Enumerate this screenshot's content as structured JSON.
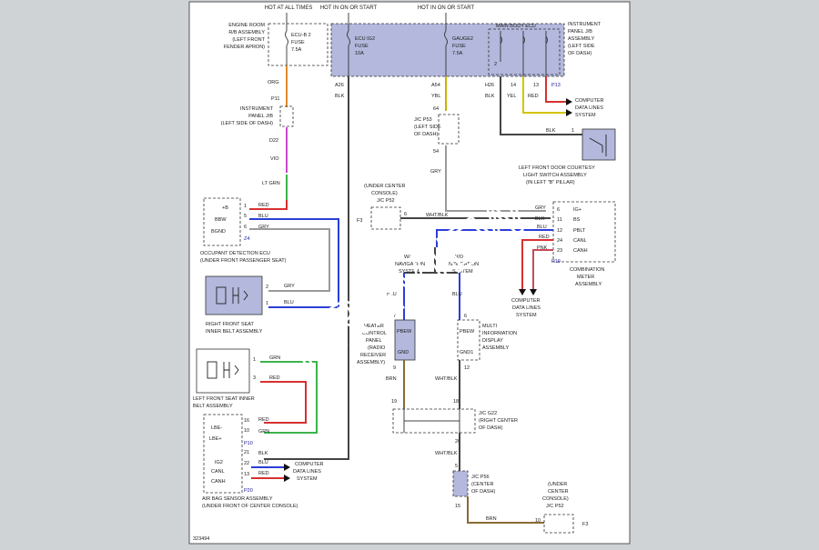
{
  "diagram": {
    "id": "323494",
    "watermark": "PREVIEW",
    "headers": {
      "hot_all": "HOT AT ALL TIMES",
      "hot_on1": "HOT IN ON OR START",
      "hot_on2": "HOT IN ON OR START"
    },
    "labels": {
      "engine_room_1": "ENGINE ROOM",
      "engine_room_2": "R/B ASSEMBLY",
      "engine_room_3": "(LEFT FRONT",
      "engine_room_4": "FENDER APRON)",
      "ecub2_1": "ECU-B 2",
      "ecub2_2": "FUSE",
      "ecub2_3": "7.5A",
      "ecuig2_1": "ECU IG2",
      "ecuig2_2": "FUSE",
      "ecuig2_3": "10A",
      "gauge2_1": "GAUGE2",
      "gauge2_2": "FUSE",
      "gauge2_3": "7.5A",
      "main_body_ecu": "MAIN BODY ECU",
      "ipjb_1": "INSTRUMENT",
      "ipjb_2": "PANEL J/B",
      "ipjb_3": "ASSEMBLY",
      "ipjb_4": "(LEFT SIDE",
      "ipjb_5": "OF DASH)",
      "ipjb_l1": "INSTRUMENT",
      "ipjb_l2": "PANEL J/B",
      "ipjb_l3": "(LEFT SIDE OF DASH)",
      "jcp53_1": "J/C P53",
      "jcp53_2": "(LEFT SIDE",
      "jcp53_3": "OF DASH)",
      "cdl_1a": "COMPUTER",
      "cdl_1b": "DATA LINES",
      "cdl_1c": "SYSTEM",
      "courtesy_1": "LEFT FRONT DOOR COURTESY",
      "courtesy_2": "LIGHT SWITCH ASSEMBLY",
      "courtesy_3": "(IN LEFT \"B\" PILLAR)",
      "ucc_1": "(UNDER CENTER",
      "ucc_2": "CONSOLE)",
      "jcp52": "J/C P52",
      "odecu_1": "OCCUPANT DETECTION ECU",
      "odecu_2": "(UNDER FRONT PASSENGER SEAT)",
      "rfs_1": "RIGHT FRONT SEAT",
      "rfs_2": "INNER BELT ASSEMBLY",
      "lfs_1": "LEFT FRONT SEAT INNER",
      "lfs_2": "BELT ASSEMBLY",
      "w_nav_1": "W/",
      "w_nav_2": "NAVIGATION",
      "w_nav_3": "SYSTEM",
      "wo_nav_1": "W/O",
      "wo_nav_2": "NAVIGATION",
      "wo_nav_3": "SYSTEM",
      "heater_1": "HEATER",
      "heater_2": "CONTROL",
      "heater_3": "PANEL",
      "heater_4": "(RADIO",
      "heater_5": "RECEIVER",
      "heater_6": "ASSEMBLY)",
      "mid_1": "MULTI",
      "mid_2": "INFORMATION",
      "mid_3": "DISPLAY",
      "mid_4": "ASSEMBLY",
      "cdl_2a": "COMPUTER",
      "cdl_2b": "DATA LINES",
      "cdl_2c": "SYSTEM",
      "combo_1": "COMBINATION",
      "combo_2": "METER",
      "combo_3": "ASSEMBLY",
      "jcg22_1": "J/C G22",
      "jcg22_2": "(RIGHT CENTER",
      "jcg22_3": "OF DASH)",
      "jcp56_1": "J/C P56",
      "jcp56_2": "(CENTER",
      "jcp56_3": "OF DASH)",
      "ucc2_1": "(UNDER",
      "ucc2_2": "CENTER",
      "ucc2_3": "CONSOLE)",
      "ucc2_4": "J/C P52",
      "airbag_1": "AIR BAG SENSOR ASSEMBLY",
      "airbag_2": "(UNDER FRONT OF CENTER CONSOLE)",
      "cdl_3a": "COMPUTER",
      "cdl_3b": "DATA LINES",
      "cdl_3c": "SYSTEM"
    },
    "pins": {
      "a26": "A26",
      "a54": "A54",
      "h26": "H26",
      "p11": "P11",
      "d22": "D22",
      "p13": "P13",
      "p10": "P10",
      "p20": "P20",
      "f3": "F3",
      "f3b": "F3",
      "z4": "Z4",
      "p19": "P19",
      "n64": "64",
      "n54": "54",
      "n2": "2",
      "n14": "14",
      "n13": "13",
      "n1": "1",
      "rf2": "2",
      "rf1": "1",
      "lf1": "1",
      "lf3": "3",
      "ab16": "16",
      "ab10": "10",
      "ab21": "21",
      "ab22": "22",
      "ab13": "13",
      "od1": "1",
      "od5": "5",
      "od6": "6",
      "cm6": "6",
      "cm11": "11",
      "cm12": "12",
      "cm24": "24",
      "cm23": "23",
      "h7": "7",
      "h9": "9",
      "m6": "6",
      "m12": "12",
      "g19": "19",
      "g18": "18",
      "g20": "20",
      "p5": "5",
      "p15": "15",
      "p10b": "10",
      "j6": "6"
    },
    "terminals": {
      "ig2": "IG2",
      "canl": "CANL",
      "canh": "CANH",
      "lbe": "LBE-",
      "lbep": "LBE+",
      "b8": "+B",
      "bbw": "BBW",
      "bgnd": "BGND",
      "cig": "IG+",
      "cbs": "BS",
      "cbelt": "PBLT",
      "ccanl": "CANL",
      "ccanh": "CANH",
      "pbew": "PBEW",
      "gnd": "GND",
      "pbew2": "PBEW",
      "gnd1": "GND1"
    },
    "wires": {
      "org": "ORG",
      "blk1": "BLK",
      "ybl": "YBL",
      "blk2": "BLK",
      "yel": "YEL",
      "red1": "RED",
      "vio": "VIO",
      "ltgrn": "LT GRN",
      "gry1": "GRY",
      "blk3": "BLK",
      "red2": "RED",
      "blu1": "BLU",
      "gry2": "GRY",
      "gry3": "GRY",
      "blu2": "BLU",
      "grn1": "GRN",
      "red3": "RED",
      "red4": "RED",
      "grn2": "GRN",
      "blk4": "BLK",
      "blu3": "BLU",
      "red5": "RED",
      "whtblk1": "WHT/BLK",
      "gry4": "GRY",
      "blk5": "BLK",
      "blu4": "BLU",
      "red6": "RED",
      "pnk": "PNK",
      "blu5": "BLU",
      "blu6": "BLU",
      "brn1": "BRN",
      "whtblk2": "WHT/BLK",
      "whtblk3": "WHT/BLK",
      "brn2": "BRN"
    }
  }
}
